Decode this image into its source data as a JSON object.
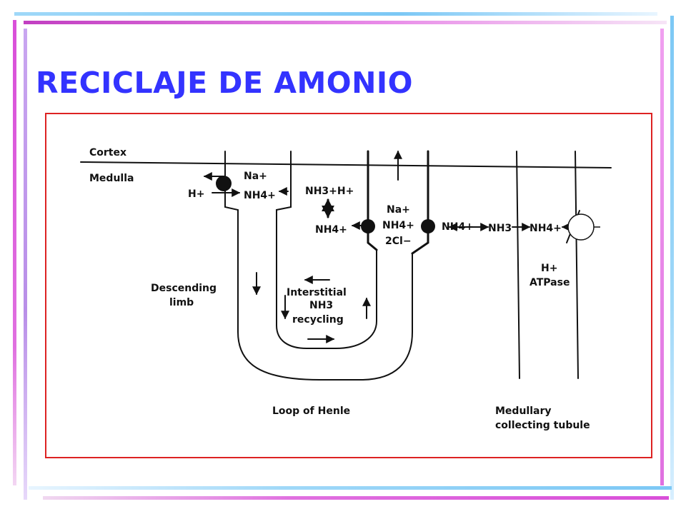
{
  "slide": {
    "title": "RECICLAJE DE AMONIO"
  },
  "colors": {
    "title": "#3333ff",
    "frame": "#dd2222",
    "bar_magenta": "#d94fd9",
    "bar_blue": "#7cc8f5"
  },
  "diagram": {
    "cortex": "Cortex",
    "medulla": "Medulla",
    "na_plus_top": "Na+",
    "h_plus_left": "H+",
    "nh4_top": "NH4+",
    "nh3_h": "NH3+H+",
    "nh4_mid": "NH4+",
    "na_plus_tal": "Na+",
    "nh4_tal": "NH4+",
    "cl_tal": "2Cl−",
    "nh4_exit": "NH4+",
    "nh3_interstitial": "NH3",
    "nh4_cd": "NH4+",
    "h_atpase_1": "H+",
    "h_atpase_2": "ATPase",
    "descending_1": "Descending",
    "descending_2": "limb",
    "interstitial_1": "Interstitial",
    "interstitial_2": "NH3",
    "interstitial_3": "recycling",
    "loop_label": "Loop of Henle",
    "cd_label_1": "Medullary",
    "cd_label_2": "collecting tubule"
  }
}
